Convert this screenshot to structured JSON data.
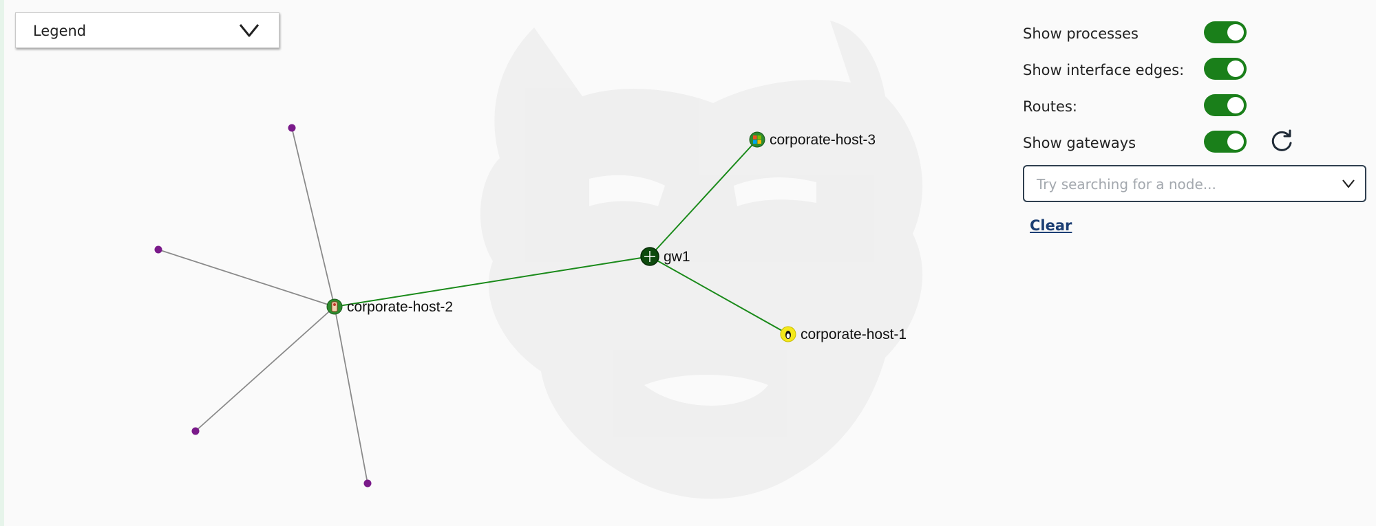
{
  "legend": {
    "label": "Legend",
    "chevron_icon": "chevron-down-icon"
  },
  "controls": {
    "toggles": [
      {
        "label": "Show processes",
        "on": true
      },
      {
        "label": "Show interface edges:",
        "on": true
      },
      {
        "label": "Routes:",
        "on": true
      },
      {
        "label": "Show gateways",
        "on": true
      }
    ],
    "refresh_icon": "refresh-icon",
    "search": {
      "placeholder": "Try searching for a node...",
      "value": ""
    },
    "clear_label": "Clear"
  },
  "graph": {
    "nodes": [
      {
        "id": "gw1",
        "label": "gw1",
        "icon": "gateway-icon"
      },
      {
        "id": "corporate-host-3",
        "label": "corporate-host-3",
        "icon": "windows-icon"
      },
      {
        "id": "corporate-host-2",
        "label": "corporate-host-2",
        "icon": "host-icon"
      },
      {
        "id": "corporate-host-1",
        "label": "corporate-host-1",
        "icon": "linux-icon"
      },
      {
        "id": "p1",
        "label": "",
        "icon": "process-dot"
      },
      {
        "id": "p2",
        "label": "",
        "icon": "process-dot"
      },
      {
        "id": "p3",
        "label": "",
        "icon": "process-dot"
      },
      {
        "id": "p4",
        "label": "",
        "icon": "process-dot"
      }
    ],
    "edges": [
      {
        "from": "gw1",
        "to": "corporate-host-3",
        "kind": "route"
      },
      {
        "from": "gw1",
        "to": "corporate-host-2",
        "kind": "route"
      },
      {
        "from": "gw1",
        "to": "corporate-host-1",
        "kind": "route"
      },
      {
        "from": "corporate-host-2",
        "to": "p1",
        "kind": "process"
      },
      {
        "from": "corporate-host-2",
        "to": "p2",
        "kind": "process"
      },
      {
        "from": "corporate-host-2",
        "to": "p3",
        "kind": "process"
      },
      {
        "from": "corporate-host-2",
        "to": "p4",
        "kind": "process"
      }
    ]
  },
  "colors": {
    "route_edge": "#1a8a1a",
    "process_edge": "#8a8a8a",
    "process_node": "#7a1a8a",
    "toggle_on": "#1a7f1a",
    "linux_node": "#f4e81a",
    "link": "#1c3f74"
  }
}
